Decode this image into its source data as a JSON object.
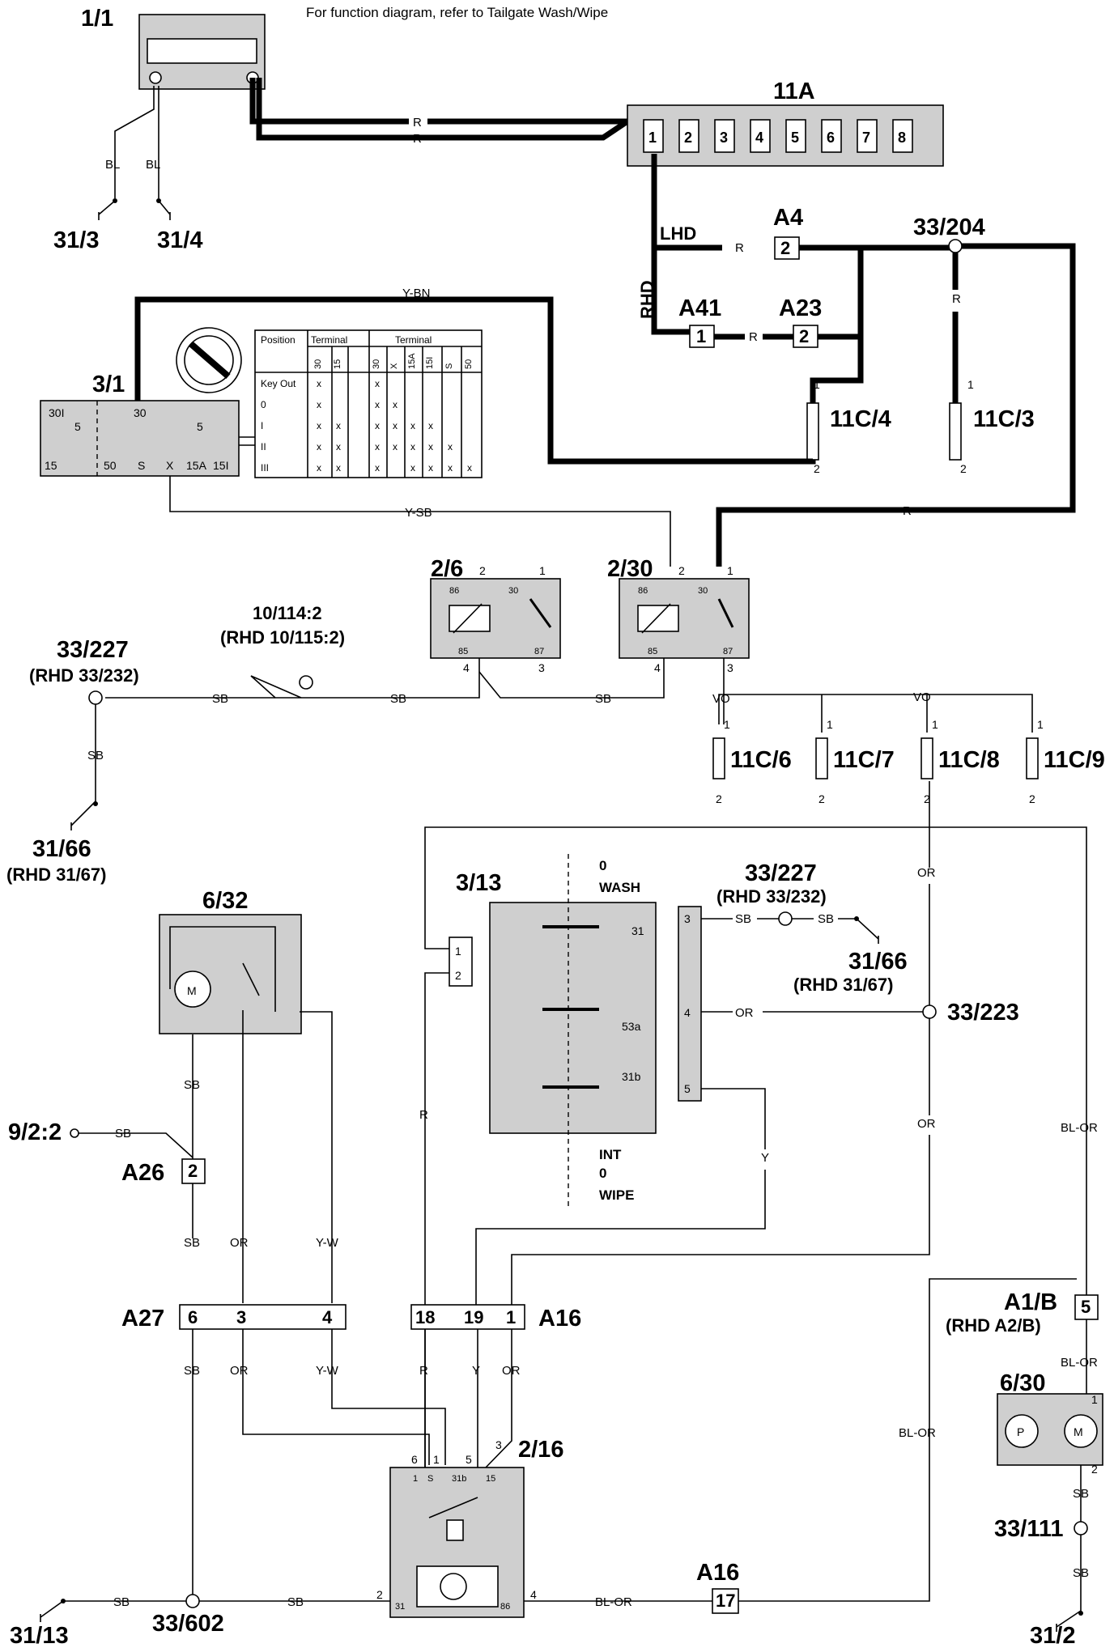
{
  "header": {
    "note": "For function diagram, refer to Tailgate Wash/Wipe"
  },
  "components": {
    "battery": "1/1",
    "fusebox": "11A",
    "fusebox_pins": [
      "1",
      "2",
      "3",
      "4",
      "5",
      "6",
      "7",
      "8"
    ],
    "ignition_switch": "3/1",
    "ign_terminals_top": [
      "30I",
      "30"
    ],
    "ign_terminals_mid": [
      "5",
      "5"
    ],
    "ign_terminals_bottom": [
      "15",
      "50",
      "S",
      "X",
      "15A",
      "15I"
    ],
    "relay_a": "2/6",
    "relay_b": "2/30",
    "relay_pins": [
      "86",
      "30",
      "85",
      "87"
    ],
    "wiper_motor": "6/32",
    "wash_wipe_switch": "3/13",
    "switch_contacts": [
      "31",
      "53a",
      "31b"
    ],
    "switch_pins": [
      "1",
      "2",
      "3",
      "4",
      "5"
    ],
    "interval_relay": "2/16",
    "interval_relay_pins": [
      "1",
      "S",
      "31b",
      "15",
      "31",
      "86"
    ],
    "washer_pump": "6/30",
    "fuses": [
      "11C/4",
      "11C/3",
      "11C/6",
      "11C/7",
      "11C/8",
      "11C/9"
    ],
    "fuse_pin_top": "1",
    "fuse_pin_bottom": "2"
  },
  "ignition_table": {
    "header_position": "Position",
    "header_terminal_a": "Terminal",
    "header_terminal_b": "Terminal",
    "cols_a": [
      "30",
      "15"
    ],
    "cols_b": [
      "30",
      "X",
      "15A",
      "15I",
      "S",
      "50"
    ],
    "rows": [
      "Key Out",
      "0",
      "I",
      "II",
      "III"
    ],
    "cell_mark": "x"
  },
  "connectors": {
    "A4": "A4",
    "A4_pin": "2",
    "A41": "A41",
    "A41_pin": "1",
    "A23": "A23",
    "A23_pin": "2",
    "A26": "A26",
    "A26_pin": "2",
    "A27": "A27",
    "A27_pins": [
      "6",
      "3",
      "4"
    ],
    "A16": "A16",
    "A16_pins": [
      "18",
      "19",
      "1"
    ],
    "A16b": "A16",
    "A16b_pin": "17",
    "A1B": "A1/B",
    "A1B_rhd": "(RHD A2/B)",
    "A1B_pin": "5"
  },
  "splices": {
    "s204": "33/204",
    "s227": "33/227",
    "s227_rhd": "(RHD 33/232)",
    "s227b": "33/227",
    "s227b_rhd": "(RHD 33/232)",
    "s223": "33/223",
    "s602": "33/602",
    "s111": "33/111",
    "s10114": "10/114:2",
    "s10114_rhd": "(RHD 10/115:2)",
    "s922": "9/2:2"
  },
  "grounds": {
    "g313": "31/3",
    "g314": "31/4",
    "g3166": "31/66",
    "g3166_rhd": "(RHD 31/67)",
    "g3166b": "31/66",
    "g3166b_rhd": "(RHD 31/67)",
    "g3113": "31/13",
    "g312": "31/2"
  },
  "switch_positions": {
    "top": [
      "0",
      "WASH"
    ],
    "bottom": [
      "INT",
      "0",
      "WIPE"
    ]
  },
  "wire_colors": {
    "R": "R",
    "BL": "BL",
    "YBN": "Y-BN",
    "YSB": "Y-SB",
    "SB": "SB",
    "VO": "VO",
    "OR": "OR",
    "Y": "Y",
    "YW": "Y-W",
    "BLOR": "BL-OR",
    "LHD": "LHD",
    "RHD": "RHD"
  },
  "pin_numbers": {
    "p1": "1",
    "p2": "2",
    "p3": "3",
    "p4": "4",
    "p5": "5",
    "p6": "6"
  },
  "motor_letters": {
    "m": "M",
    "p": "P"
  }
}
